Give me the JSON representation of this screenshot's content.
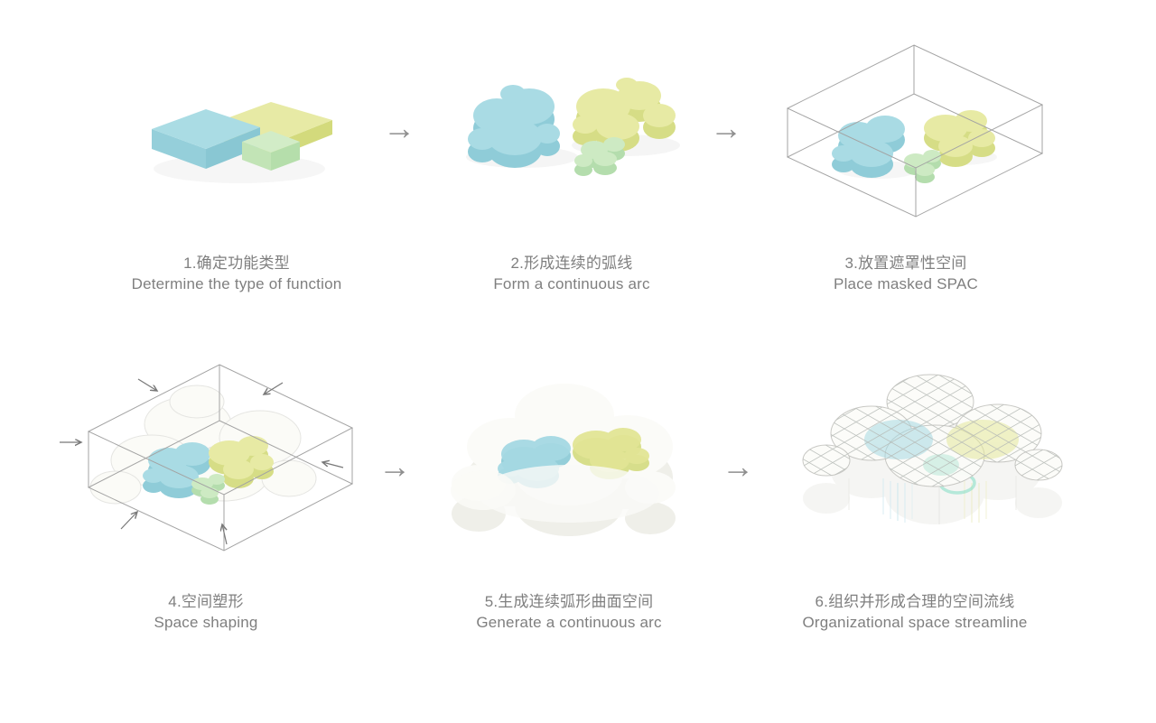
{
  "diagram": {
    "type": "process-flow",
    "rows": 2,
    "cols": 3,
    "arrow_glyph": "→",
    "steps": [
      {
        "zh": "1.确定功能类型",
        "en": "Determine the type of function"
      },
      {
        "zh": "2.形成连续的弧线",
        "en": "Form a continuous arc"
      },
      {
        "zh": "3.放置遮罩性空间",
        "en": "Place masked SPAC"
      },
      {
        "zh": "4.空间塑形",
        "en": "Space shaping"
      },
      {
        "zh": "5.生成连续弧形曲面空间",
        "en": "Generate a continuous arc"
      },
      {
        "zh": "6.组织并形成合理的空间流线",
        "en": "Organizational space streamline"
      }
    ],
    "colors": {
      "blue_top": "#aadce4",
      "blue_side": "#8ecbd7",
      "yellow_top": "#e7eaa5",
      "yellow_side": "#d7dd85",
      "green_top": "#cfeac5",
      "green_side": "#b5ddae",
      "wireframe": "#a3a3a3",
      "caption_text": "#7f7f7f",
      "arrow": "#8f8f8f",
      "background": "#ffffff"
    }
  }
}
